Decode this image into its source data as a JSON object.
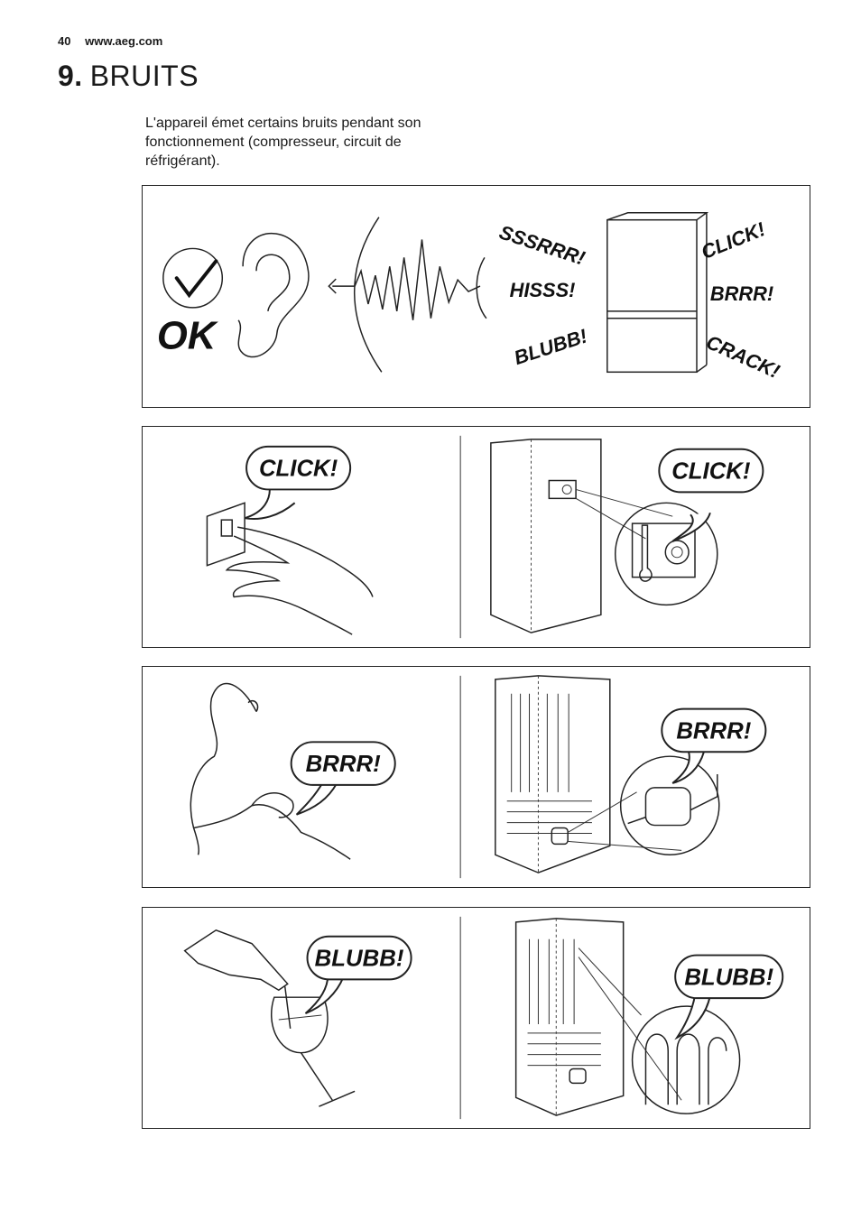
{
  "header": {
    "page_number": "40",
    "website": "www.aeg.com"
  },
  "section": {
    "number": "9.",
    "title": "BRUITS"
  },
  "intro": {
    "text": "L'appareil émet certains bruits pendant son fonctionnement (compresseur, circuit de réfrigérant)."
  },
  "panel1": {
    "ok_label": "OK",
    "sounds_left": [
      "SSSRRR!",
      "HISSS!",
      "BLUBB!"
    ],
    "sounds_right": [
      "CLICK!",
      "BRRR!",
      "CRACK!"
    ]
  },
  "panel2": {
    "left_bubble": "CLICK!",
    "right_bubble": "CLICK!"
  },
  "panel3": {
    "left_bubble": "BRRR!",
    "right_bubble": "BRRR!"
  },
  "panel4": {
    "left_bubble": "BLUBB!",
    "right_bubble": "BLUBB!"
  },
  "icons": [
    "checkmark-icon",
    "ear-icon",
    "sound-wave-icon",
    "fridge-icon",
    "switch-icon",
    "hand-icon",
    "thermostat-icon",
    "cat-icon",
    "compressor-icon",
    "wine-bottle-icon",
    "wine-glass-icon",
    "condenser-coil-icon"
  ]
}
